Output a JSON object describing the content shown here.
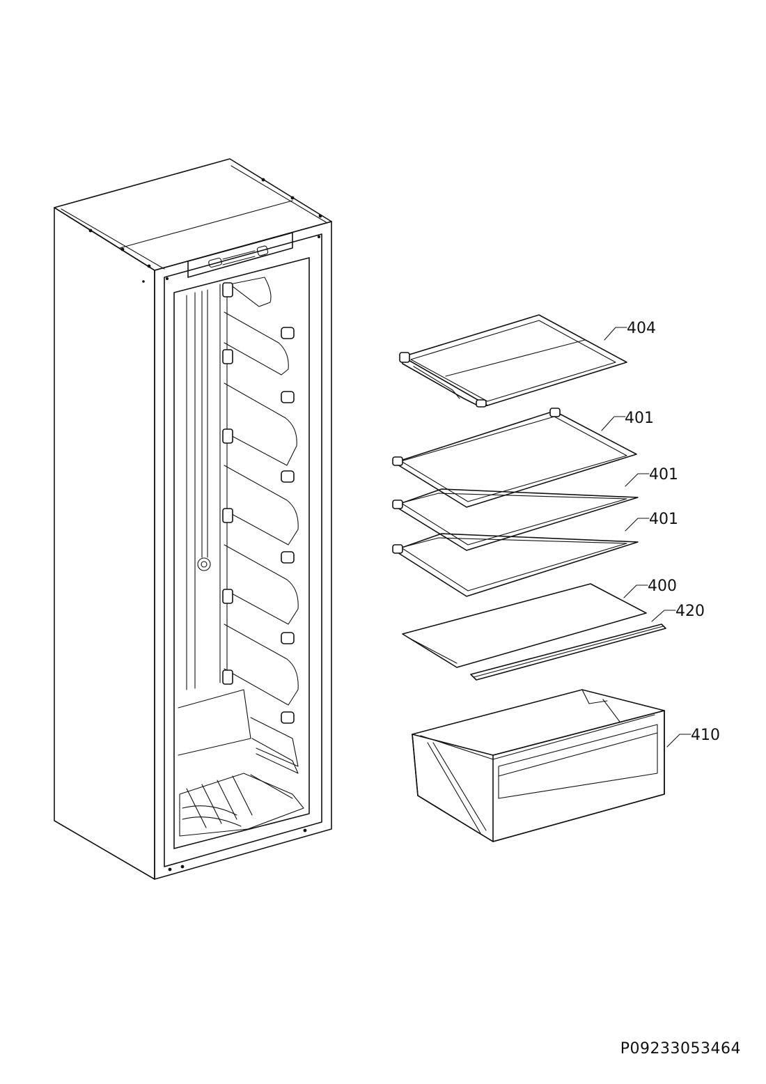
{
  "callouts": {
    "p404": "404",
    "p401a": "401",
    "p401b": "401",
    "p401c": "401",
    "p400": "400",
    "p420": "420",
    "p410": "410"
  },
  "document_code": "P09233053464",
  "colors": {
    "line": "#111111",
    "background": "#ffffff"
  }
}
